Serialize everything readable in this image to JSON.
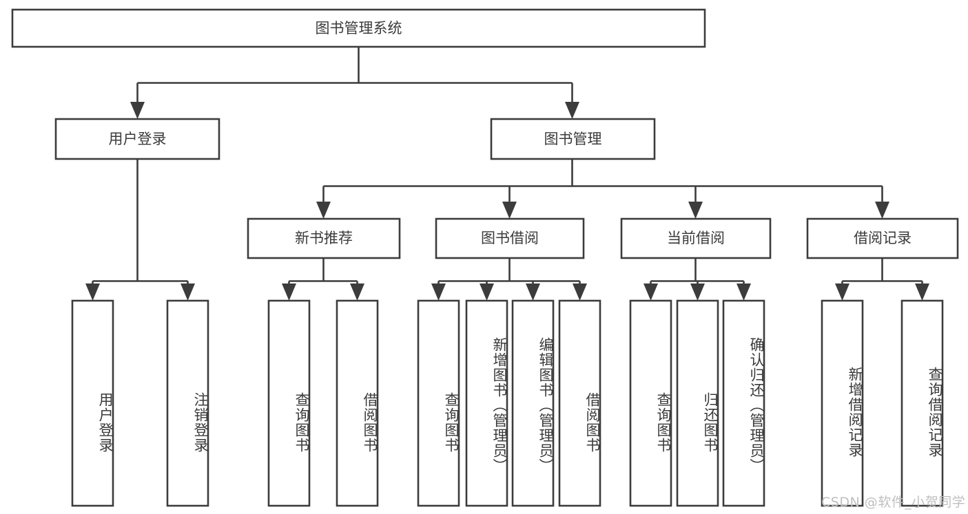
{
  "diagram": {
    "title": "图书管理系统",
    "type": "tree-hierarchy-chart",
    "orientation": "top-down",
    "colors": {
      "background": "#ffffff",
      "stroke": "#3c3c3c",
      "box_fill": "#ffffff",
      "text": "#3a3a3a",
      "watermark": "#bfbfbf"
    },
    "root": {
      "id": "root",
      "label": "图书管理系统",
      "orientation": "horizontal"
    },
    "level2": [
      {
        "id": "user-login",
        "label": "用户登录",
        "orientation": "horizontal"
      },
      {
        "id": "book-management",
        "label": "图书管理",
        "orientation": "horizontal"
      }
    ],
    "level3": [
      {
        "id": "new-book-recommend",
        "label": "新书推荐",
        "orientation": "horizontal",
        "parent": "book-management"
      },
      {
        "id": "book-borrow",
        "label": "图书借阅",
        "orientation": "horizontal",
        "parent": "book-management"
      },
      {
        "id": "current-borrow",
        "label": "当前借阅",
        "orientation": "horizontal",
        "parent": "book-management"
      },
      {
        "id": "borrow-record",
        "label": "借阅记录",
        "orientation": "horizontal",
        "parent": "book-management"
      }
    ],
    "leaves": [
      {
        "id": "leaf-user-login",
        "label": "用户登录",
        "parent": "user-login"
      },
      {
        "id": "leaf-logout",
        "label": "注销登录",
        "parent": "user-login"
      },
      {
        "id": "leaf-query-book-1",
        "label": "查询图书",
        "parent": "new-book-recommend"
      },
      {
        "id": "leaf-borrow-book-1",
        "label": "借阅图书",
        "parent": "new-book-recommend"
      },
      {
        "id": "leaf-query-book-2",
        "label": "查询图书",
        "parent": "book-borrow"
      },
      {
        "id": "leaf-add-book",
        "label": "新增图书（管理员）",
        "parent": "book-borrow"
      },
      {
        "id": "leaf-edit-book",
        "label": "编辑图书（管理员）",
        "parent": "book-borrow"
      },
      {
        "id": "leaf-borrow-book-2",
        "label": "借阅图书",
        "parent": "book-borrow"
      },
      {
        "id": "leaf-query-book-3",
        "label": "查询图书",
        "parent": "current-borrow"
      },
      {
        "id": "leaf-return-book",
        "label": "归还图书",
        "parent": "current-borrow"
      },
      {
        "id": "leaf-confirm-return",
        "label": "确认归还（管理员）",
        "parent": "current-borrow"
      },
      {
        "id": "leaf-add-record",
        "label": "新增借阅记录",
        "parent": "borrow-record"
      },
      {
        "id": "leaf-query-record",
        "label": "查询借阅记录",
        "parent": "borrow-record"
      }
    ],
    "watermark": "CSDN @软件_小贺同学"
  }
}
